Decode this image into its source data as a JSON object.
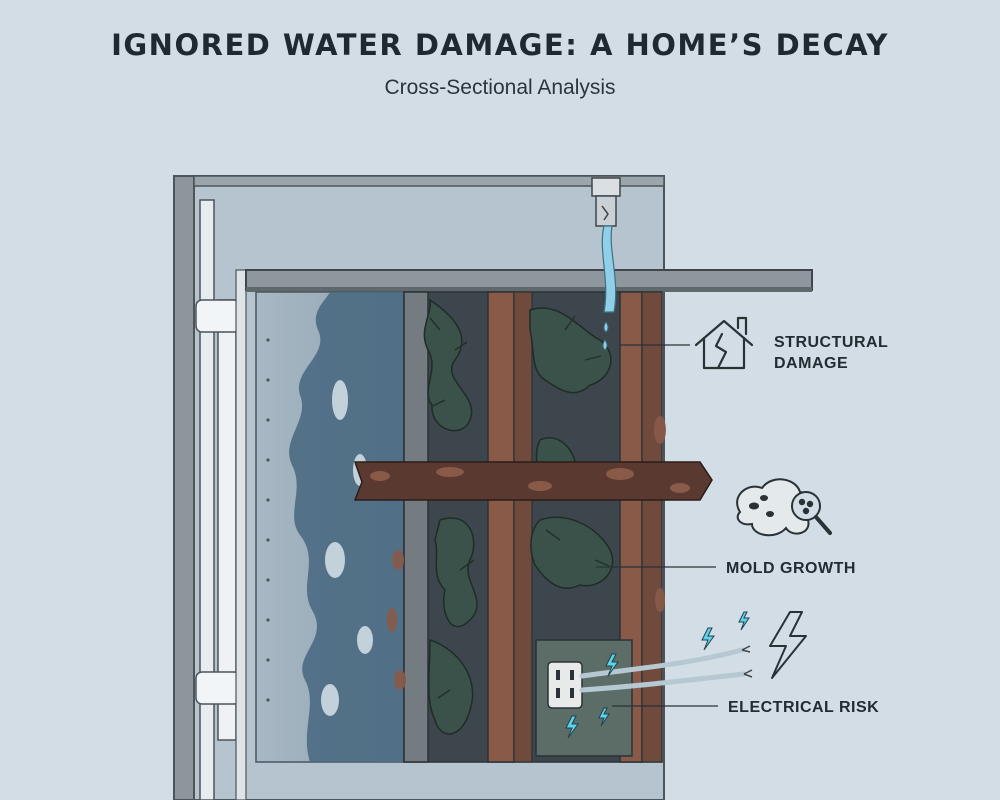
{
  "header": {
    "title": "IGNORED WATER DAMAGE: A HOME’S DECAY",
    "subtitle": "Cross-Sectional Analysis"
  },
  "callouts": {
    "structural": {
      "line1": "STRUCTURAL",
      "line2": "DAMAGE",
      "icon": "broken-house-icon"
    },
    "mold": {
      "label": "MOLD GROWTH",
      "icon": "mold-magnifier-icon"
    },
    "electrical": {
      "label": "ELECTRICAL RISK",
      "icon": "lightning-bolt-icon"
    }
  },
  "colors": {
    "background": "#d3dde5",
    "wall_frame": "#70777c",
    "water": "#4a6a82",
    "wood_stud": "#8a5a48",
    "mold": "#3a5249",
    "rot": "#5a3a30",
    "spark": "#5fd3e8"
  }
}
